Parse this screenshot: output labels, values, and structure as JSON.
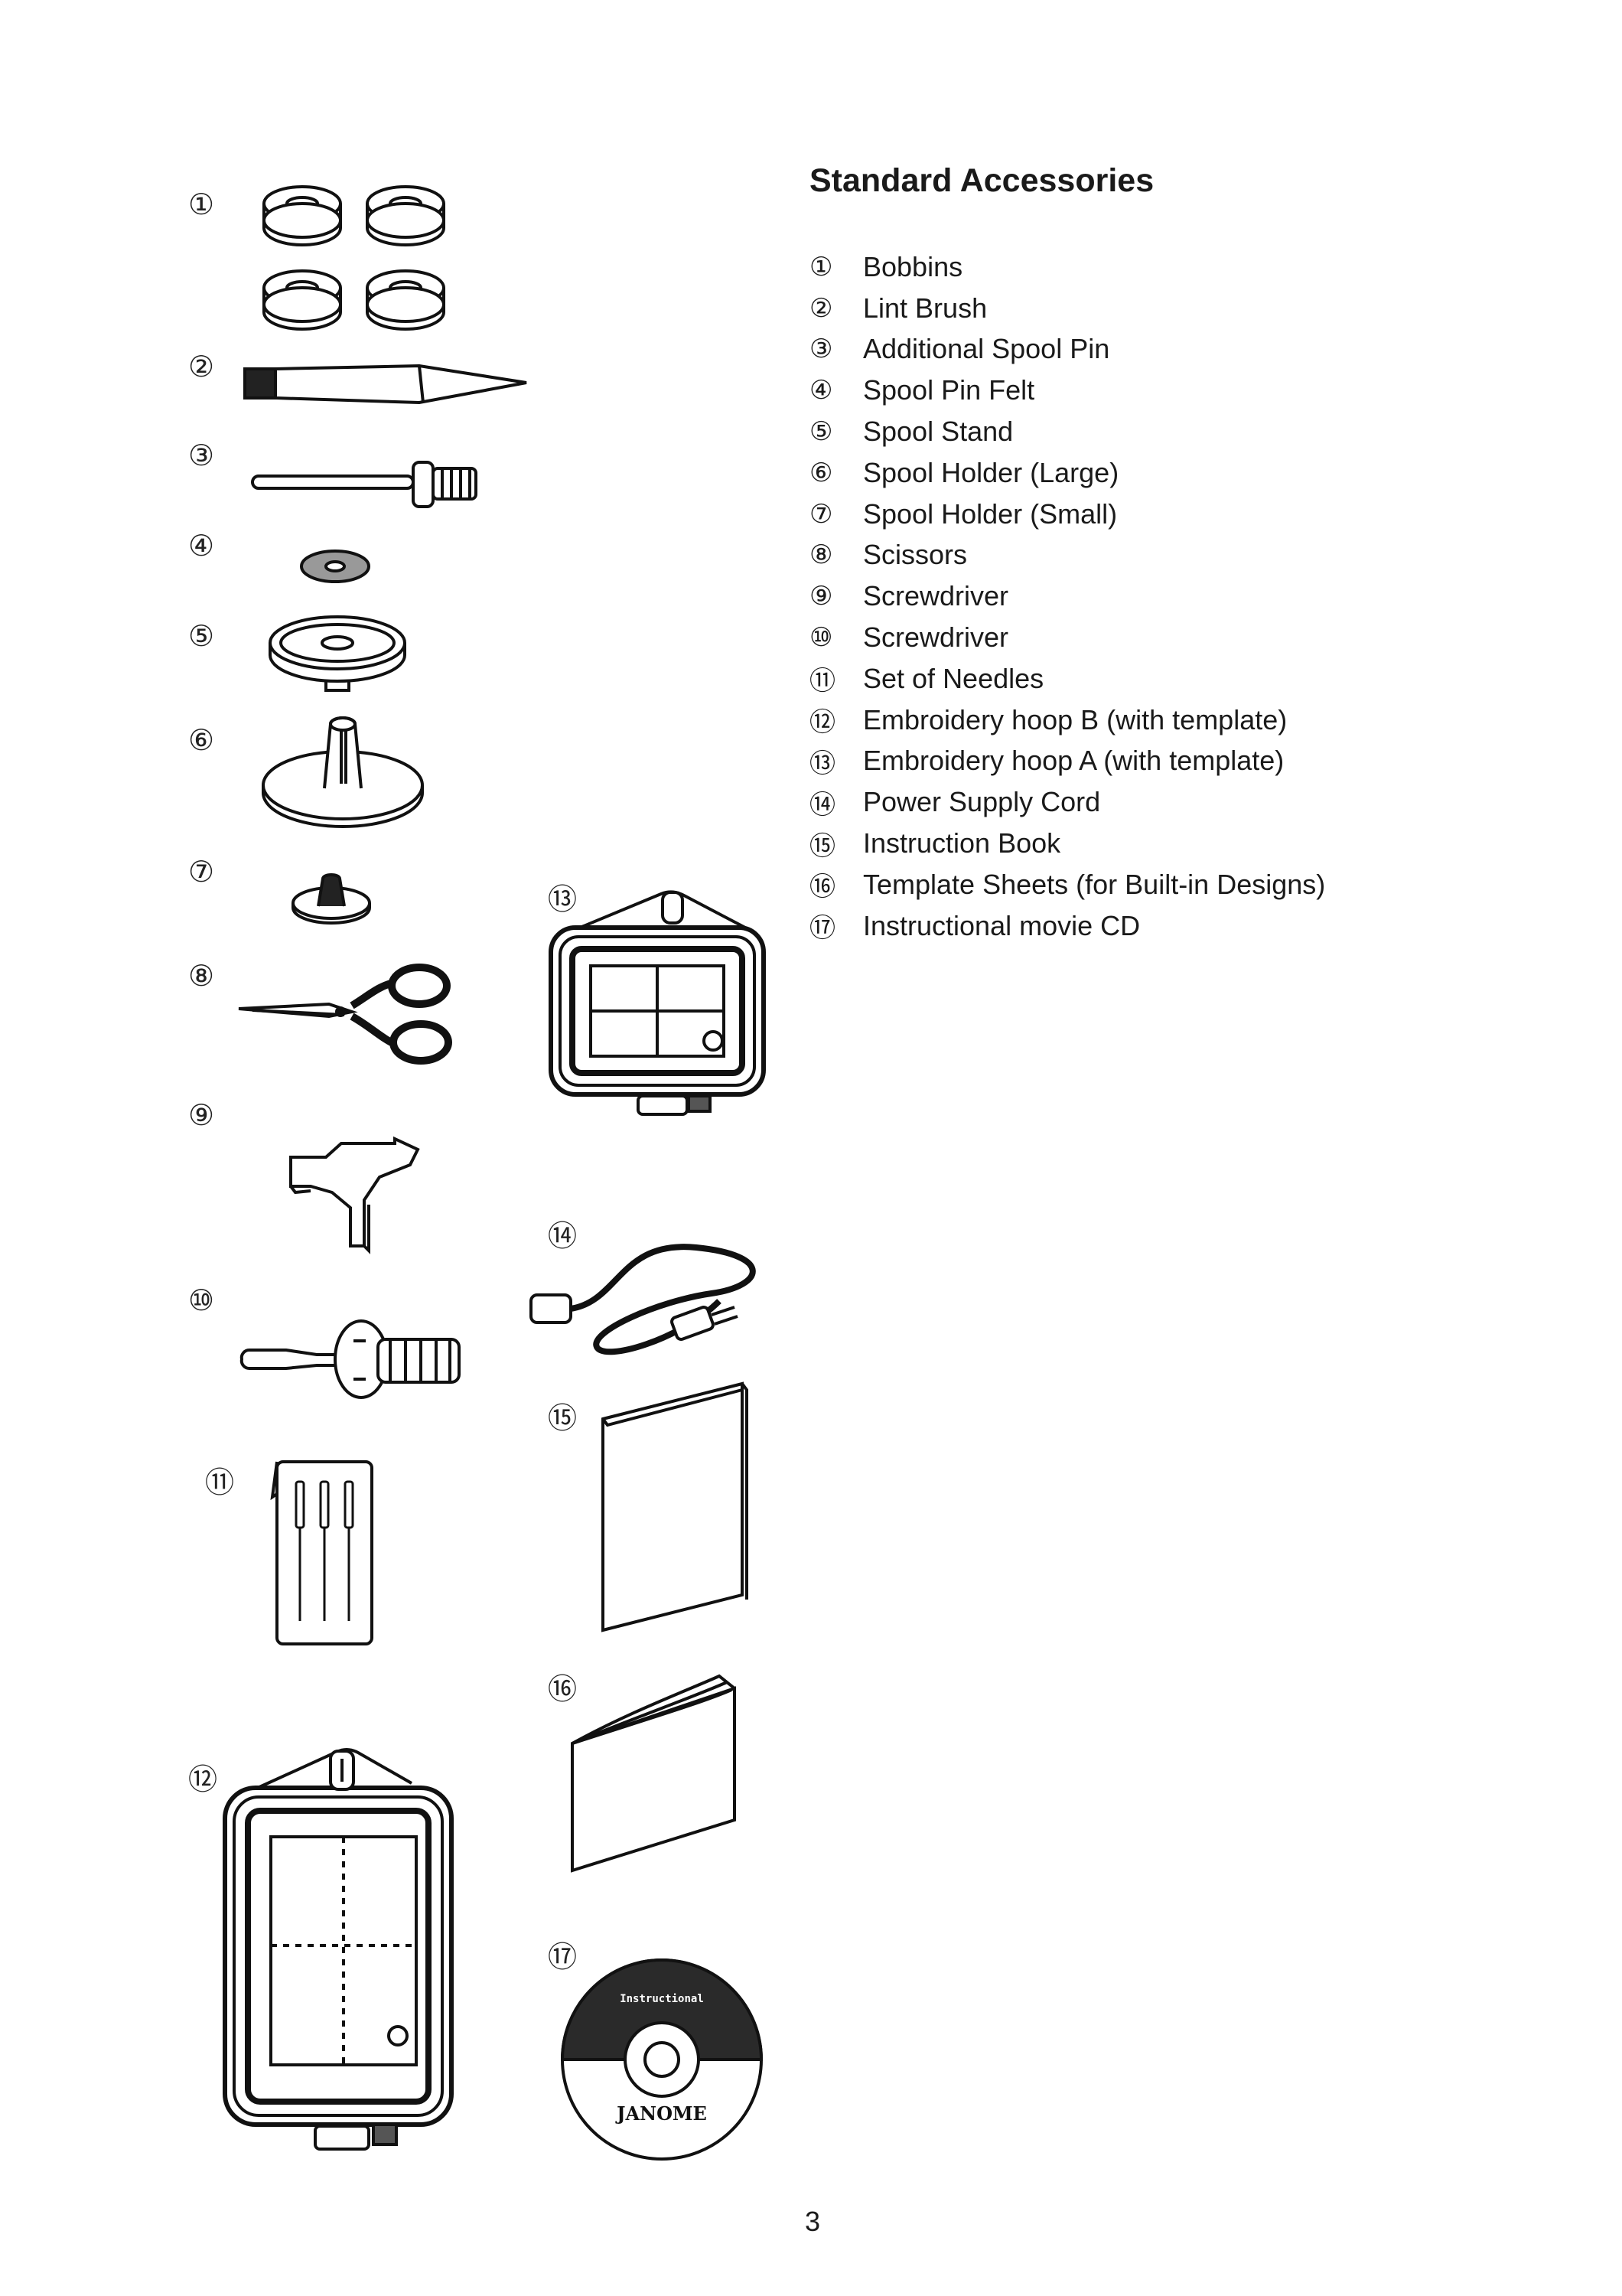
{
  "title": "Standard Accessories",
  "accessories": [
    {
      "num": "①",
      "label": "Bobbins"
    },
    {
      "num": "②",
      "label": "Lint Brush"
    },
    {
      "num": "③",
      "label": "Additional Spool Pin"
    },
    {
      "num": "④",
      "label": "Spool Pin Felt"
    },
    {
      "num": "⑤",
      "label": "Spool Stand"
    },
    {
      "num": "⑥",
      "label": "Spool Holder (Large)"
    },
    {
      "num": "⑦",
      "label": "Spool Holder (Small)"
    },
    {
      "num": "⑧",
      "label": "Scissors"
    },
    {
      "num": "⑨",
      "label": "Screwdriver"
    },
    {
      "num": "⑩",
      "label": "Screwdriver"
    },
    {
      "num": "⑪",
      "label": "Set of Needles"
    },
    {
      "num": "⑫",
      "label": "Embroidery hoop B (with template)"
    },
    {
      "num": "⑬",
      "label": "Embroidery hoop A (with template)"
    },
    {
      "num": "⑭",
      "label": "Power Supply Cord"
    },
    {
      "num": "⑮",
      "label": "Instruction Book"
    },
    {
      "num": "⑯",
      "label": "Template Sheets (for Built-in Designs)"
    },
    {
      "num": "⑰",
      "label": "Instructional movie CD"
    }
  ],
  "cd_label_top": "Instructional",
  "cd_label_brand": "JANOME",
  "page_number": "3"
}
